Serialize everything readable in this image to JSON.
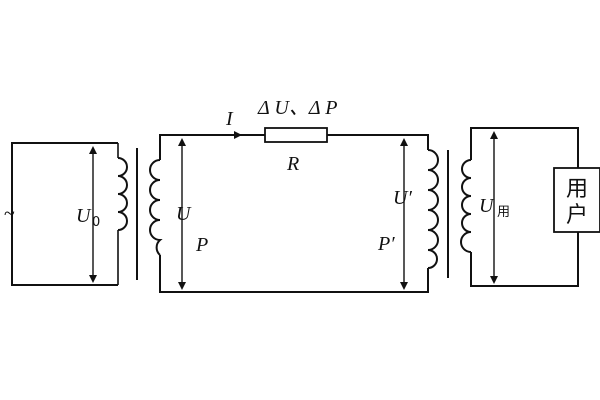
{
  "source_symbol": "~",
  "labels": {
    "current": "I",
    "loss": "Δ U、Δ P",
    "resistor": "R",
    "primary_voltage_symbol": "U",
    "primary_voltage_sub": "0",
    "line_voltage_start": "U",
    "power_start": "P",
    "line_voltage_end": "U′",
    "power_end": "P′",
    "user_voltage_symbol": "U",
    "user_voltage_sub": "用",
    "user_box_line1": "用",
    "user_box_line2": "户"
  },
  "colors": {
    "ink": "#111111",
    "background": "#ffffff"
  }
}
